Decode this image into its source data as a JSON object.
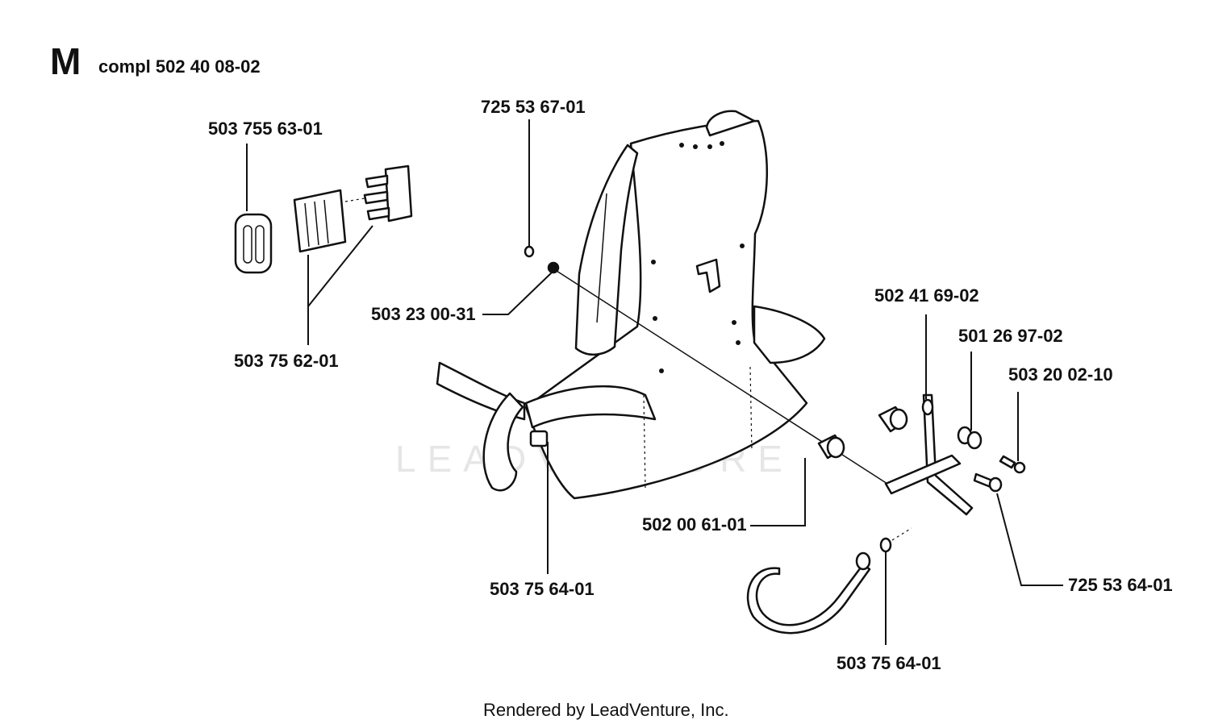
{
  "section": {
    "letter": "M",
    "title": "compl 502 40 08-02"
  },
  "labels": {
    "p_50375563": "503 755 63-01",
    "p_72553667": "725 53 67-01",
    "p_50323000": "503 23 00-31",
    "p_50375562": "503 75 62-01",
    "p_50241690": "502 41 69-02",
    "p_50126970": "501 26 97-02",
    "p_50320020": "503 20 02-10",
    "p_50200610": "502 00 61-01",
    "p_50375641a": "503 75 64-01",
    "p_72553640": "725 53 64-01",
    "p_50375641b": "503 75 64-01"
  },
  "watermark": "LEADVENTURE",
  "footer": "Rendered by LeadVenture, Inc."
}
